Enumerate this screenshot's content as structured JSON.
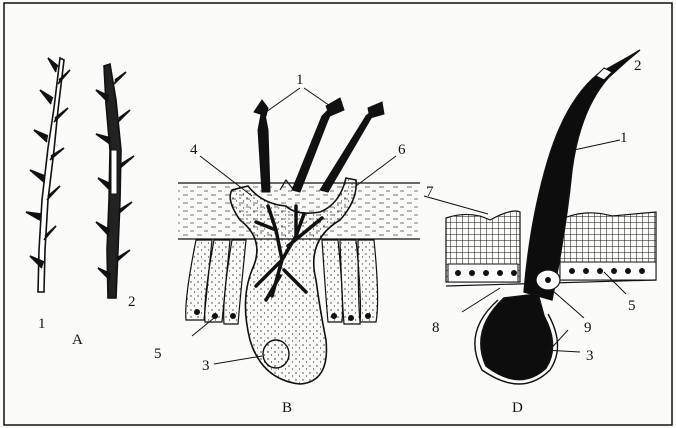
{
  "panels": {
    "A": {
      "panel_label": "A",
      "parts": [
        "1",
        "2"
      ]
    },
    "B": {
      "panel_label": "B",
      "parts": [
        "1",
        "4",
        "6",
        "3",
        "5"
      ]
    },
    "D": {
      "panel_label": "D",
      "parts": [
        "2",
        "1",
        "7",
        "5",
        "8",
        "9",
        "3"
      ]
    }
  },
  "colors": {
    "ink": "#111111",
    "paper": "#fbfbf9"
  }
}
